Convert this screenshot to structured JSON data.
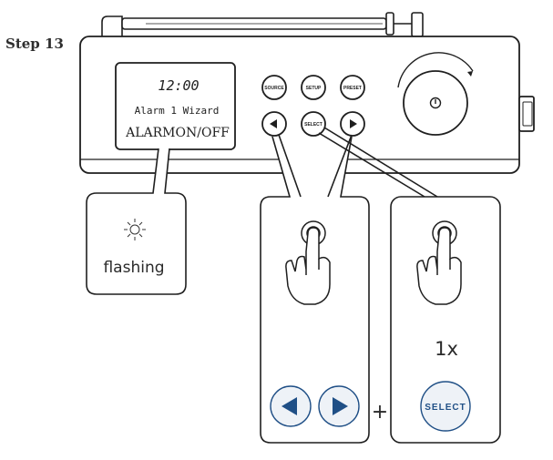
{
  "step": {
    "title": "Step 13"
  },
  "display": {
    "time": "12:00",
    "line1": "Alarm 1 Wizard",
    "line2": "ALARMON/OFF"
  },
  "buttons": {
    "source": "SOURCE",
    "setup": "SETUP",
    "preset": "PRESET",
    "select": "SELECT"
  },
  "callouts": {
    "flashing": "flashing",
    "count": "1x",
    "plus": "+",
    "select_label": "SELECT"
  },
  "icons": {
    "left": "left-arrow-icon",
    "right": "right-arrow-icon",
    "power": "power-icon",
    "hand": "pointing-hand-icon",
    "sun": "flashing-sun-icon"
  },
  "colors": {
    "line": "#1f1f1f",
    "accent_blue": "#1f4f86",
    "button_fill": "#eef2f7"
  }
}
